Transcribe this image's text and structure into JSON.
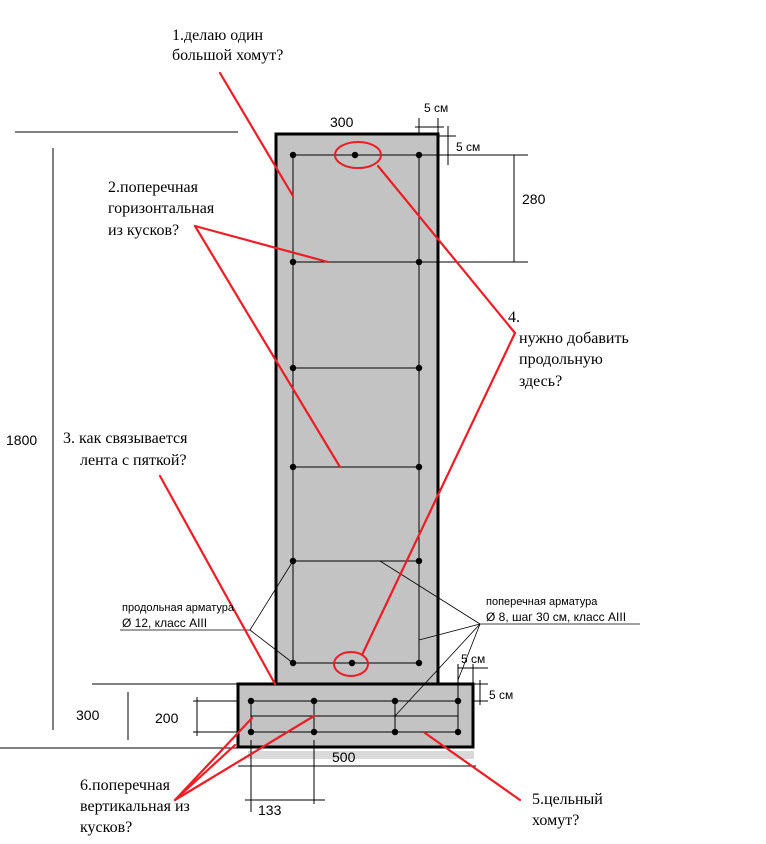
{
  "dimensions": {
    "wall_width": "300",
    "cover_top": "5 см",
    "cover_side": "5 см",
    "stirrup_spacing": "280",
    "total_height": "1800",
    "footing_height": "300",
    "footing_inner": "200",
    "footing_width": "500",
    "footing_cover_1": "5 см",
    "footing_cover_2": "5 см",
    "footing_spacing": "133"
  },
  "questions": {
    "q1": [
      "1.делаю один",
      "большой хомут?"
    ],
    "q2": [
      "2.поперечная",
      "горизонтальная",
      "из кусков?"
    ],
    "q3": [
      "3. как связывается",
      "лента с пяткой?"
    ],
    "q4": [
      "4.",
      "нужно добавить",
      "продольную",
      "здесь?"
    ],
    "q5": [
      "5.цельный",
      "хомут?"
    ],
    "q6": [
      "6.поперечная",
      "вертикальная из",
      "кусков?"
    ]
  },
  "legend": {
    "longitudinal_title": "продольная арматура",
    "longitudinal_spec": "Ø 12, класс AIII",
    "transverse_title": "поперечная арматура",
    "transverse_spec": "Ø 8, шаг 30 см, класс AIII"
  },
  "colors": {
    "concrete": "#c3c3c3",
    "annotation": "#ee1c24",
    "rebar": "#000000",
    "ground": "#d9d9d9"
  }
}
